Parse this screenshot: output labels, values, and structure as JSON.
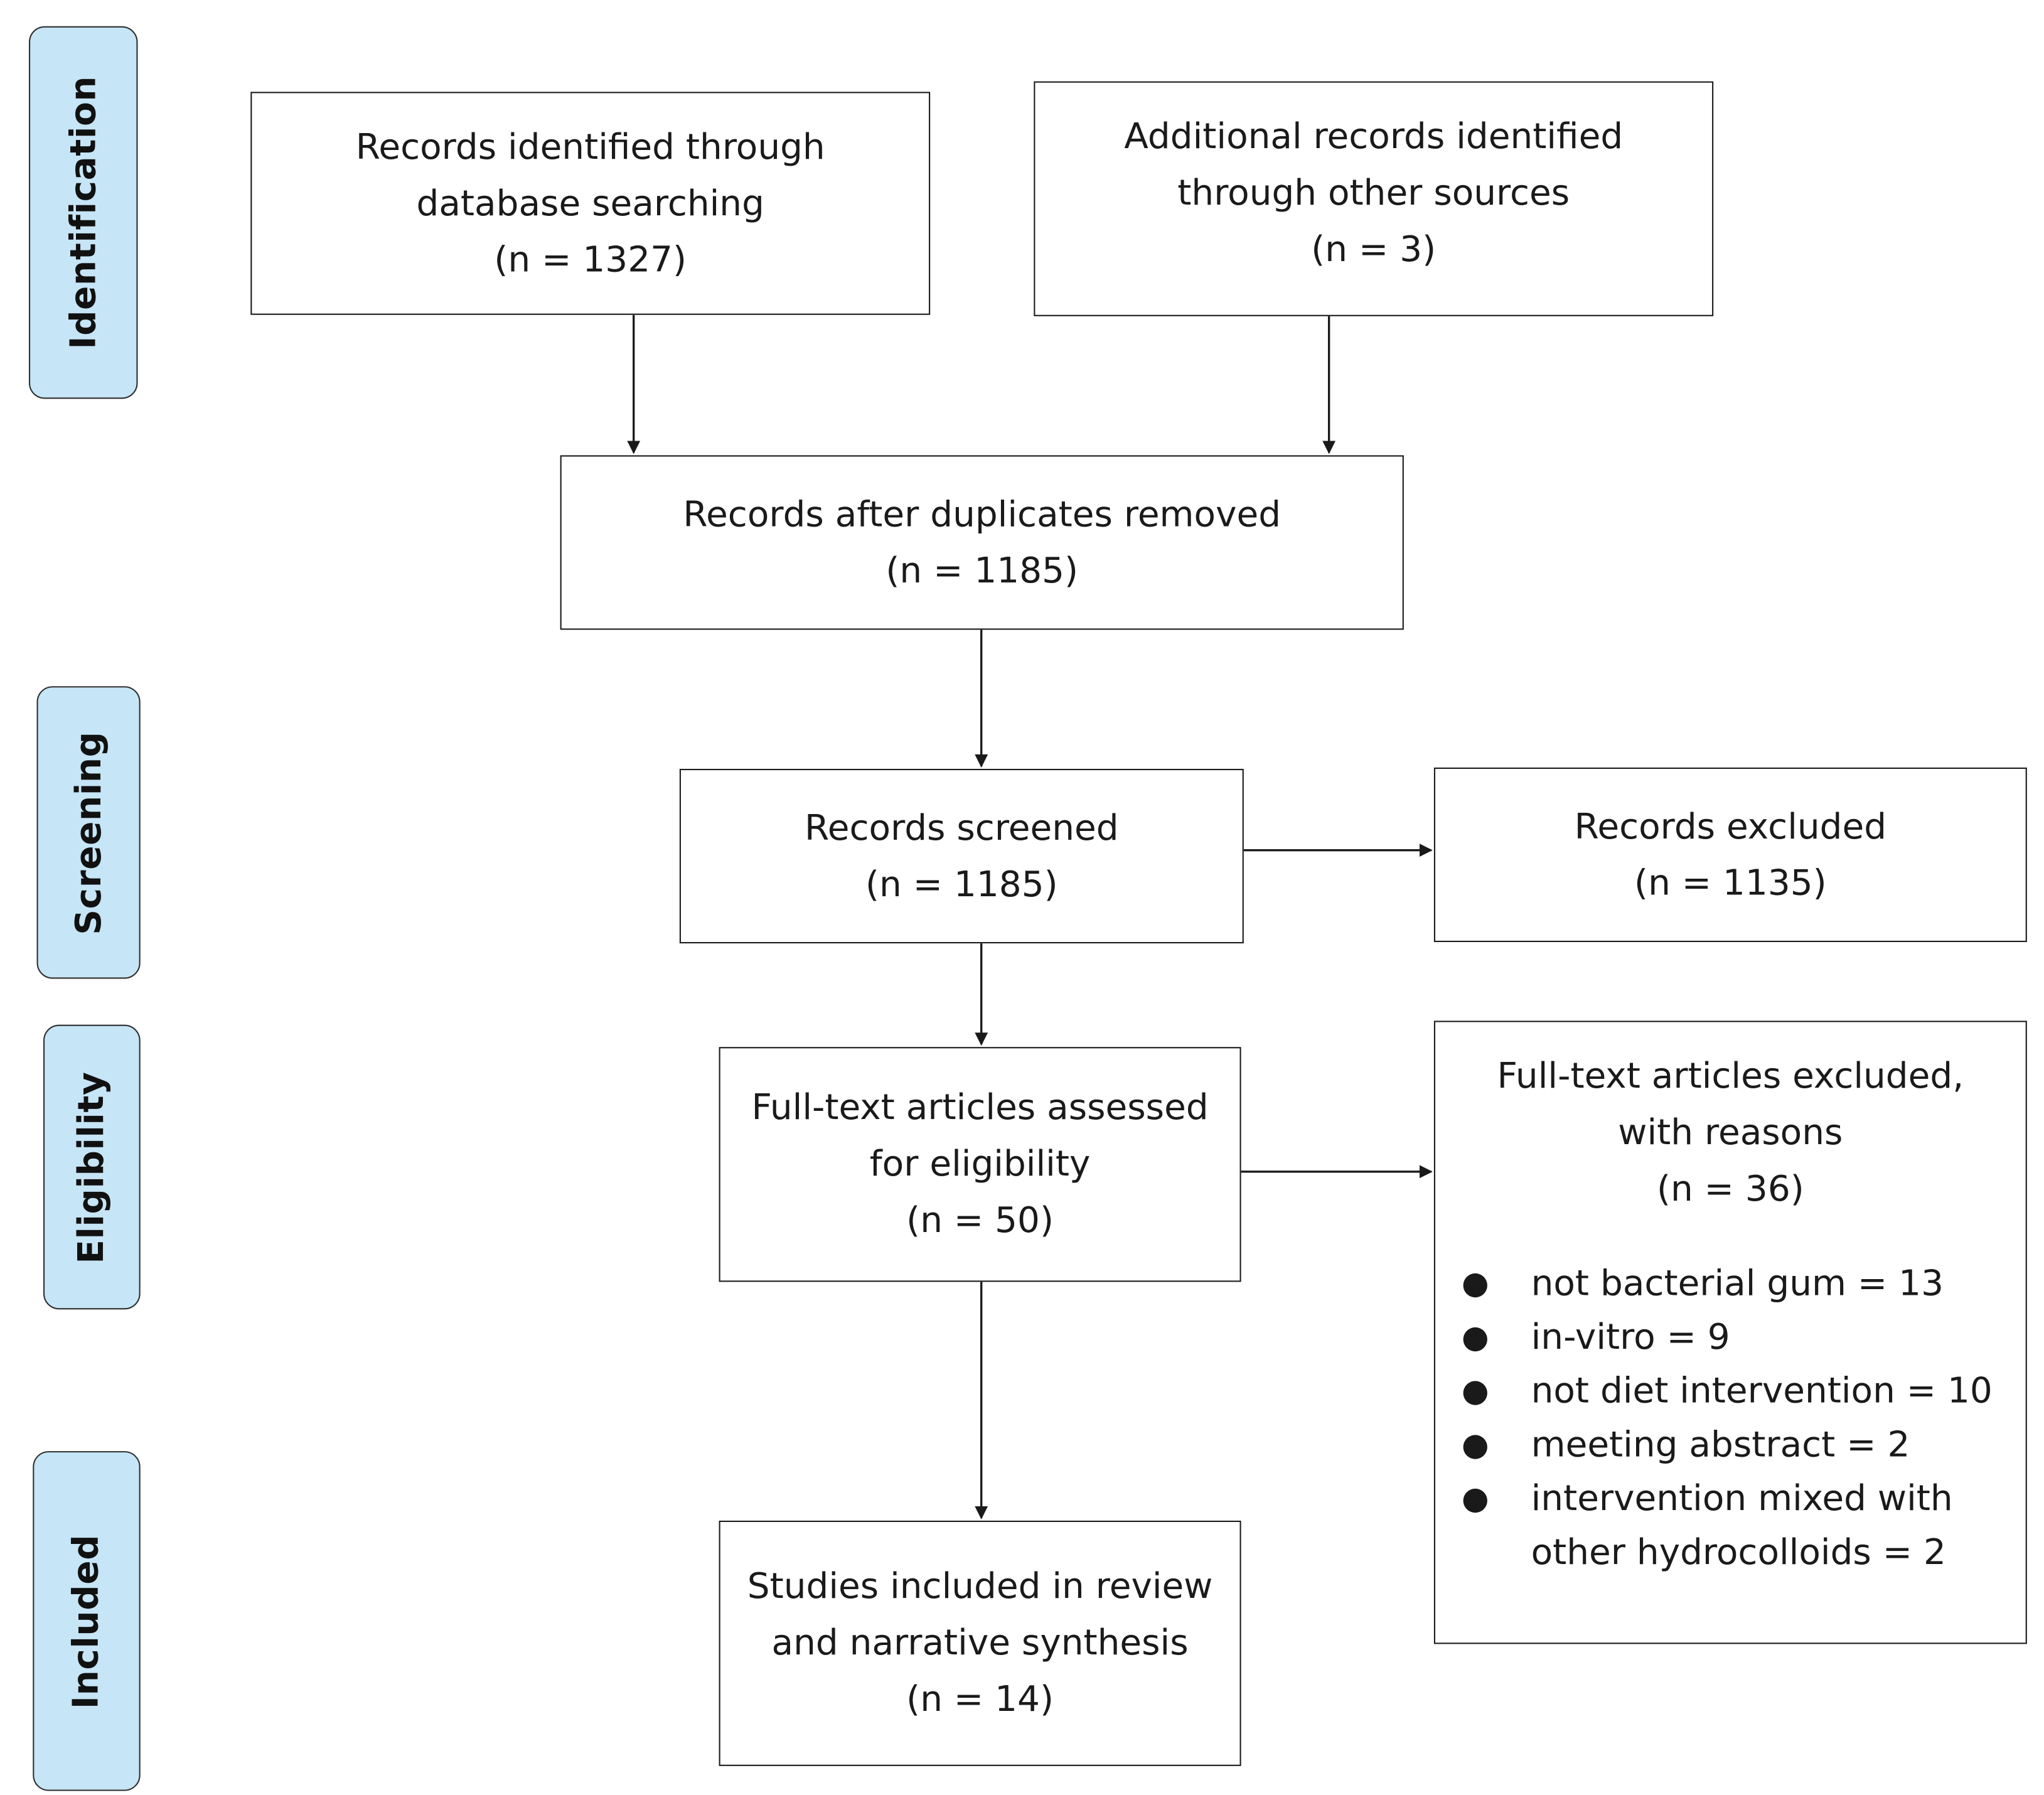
{
  "phases": {
    "identification": "Identification",
    "screening": "Screening",
    "eligibility": "Eligibility",
    "included": "Included"
  },
  "boxes": {
    "database_records": {
      "lines": [
        "Records identified through",
        "database searching",
        "(n = 1327)"
      ]
    },
    "other_sources": {
      "lines": [
        "Additional records identified",
        "through other sources",
        "(n = 3)"
      ]
    },
    "duplicates_removed": {
      "lines": [
        "Records after duplicates removed",
        "(n = 1185)"
      ]
    },
    "records_screened": {
      "lines": [
        "Records screened",
        "(n = 1185)"
      ]
    },
    "records_excluded": {
      "lines": [
        "Records excluded",
        "(n = 1135)"
      ]
    },
    "fulltext_assessed": {
      "lines": [
        "Full-text articles assessed",
        "for eligibility",
        "(n = 50)"
      ]
    },
    "fulltext_excluded": {
      "lines": [
        "Full-text articles excluded,",
        "with reasons",
        "(n = 36)"
      ],
      "reasons": [
        "not bacterial gum = 13",
        "in-vitro = 9",
        "not diet intervention = 10",
        "meeting abstract = 2",
        "intervention mixed with other hydrocolloids = 2"
      ]
    },
    "studies_included": {
      "lines": [
        "Studies included in review",
        "and narrative synthesis",
        "(n = 14)"
      ]
    }
  },
  "colors": {
    "phase_fill": "#c6e5f6",
    "border": "#1a1a1a",
    "text": "#1a1a1a"
  }
}
